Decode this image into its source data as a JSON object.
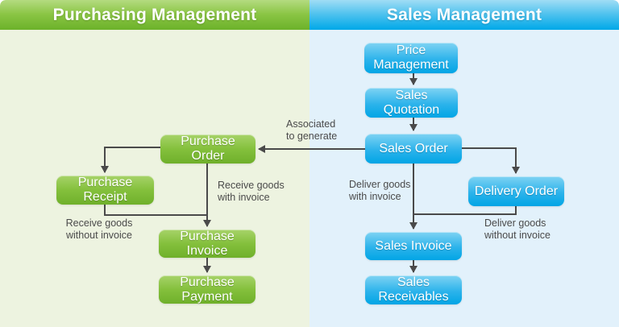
{
  "purchasing": {
    "header": "Purchasing Management",
    "nodes": {
      "purchase_order": "Purchase\nOrder",
      "purchase_receipt": "Purchase\nReceipt",
      "purchase_invoice": "Purchase\nInvoice",
      "purchase_payment": "Purchase\nPayment"
    },
    "edge_labels": {
      "receive_with_invoice": "Receive goods\nwith invoice",
      "receive_without_invoice": "Receive goods\nwithout invoice"
    },
    "colors": {
      "header_top": "#b4db80",
      "header_bottom": "#6cb22a",
      "node_top": "#a7d369",
      "node_bottom": "#6fb02b",
      "body_background": "#edf3e0"
    }
  },
  "sales": {
    "header": "Sales Management",
    "nodes": {
      "price_management": "Price\nManagement",
      "sales_quotation": "Sales\nQuotation",
      "sales_order": "Sales Order",
      "delivery_order": "Delivery Order",
      "sales_invoice": "Sales Invoice",
      "sales_receivables": "Sales\nReceivables"
    },
    "edge_labels": {
      "deliver_with_invoice": "Deliver goods\nwith invoice",
      "deliver_without_invoice": "Deliver goods\nwithout invoice"
    },
    "colors": {
      "header_top": "#a0ddf5",
      "header_bottom": "#00a8e8",
      "node_top": "#7fd3f3",
      "node_bottom": "#01a5e5",
      "body_background": "#e2f1fb"
    }
  },
  "cross_edge_label": "Associated\nto generate",
  "connector_color": "#4a4a4a",
  "text_color_labels": "#4a4a4a"
}
